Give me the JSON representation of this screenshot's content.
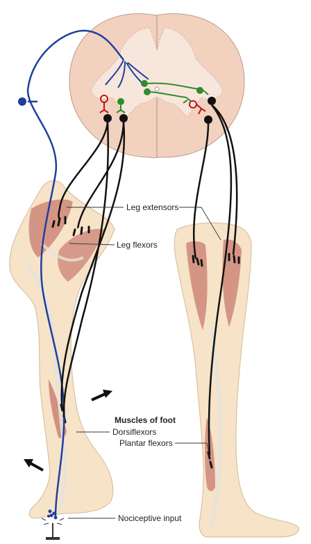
{
  "labels": {
    "leg_extensors": "Leg extensors",
    "leg_flexors": "Leg flexors",
    "muscles_of_foot": "Muscles of foot",
    "dorsiflexors": "Dorsiflexors",
    "plantar_flexors": "Plantar flexors",
    "nociceptive_input": "Nociceptive input"
  },
  "colors": {
    "afferent": "#1f3f9e",
    "excitatory_interneuron": "#2e8b2e",
    "inhibitory_interneuron": "#c0161c",
    "motor_neuron": "#111111",
    "muscle": "#c97b6e",
    "skin": "#f6e3c8",
    "spinal_grey": "#f3ddd0",
    "spinal_white": "#f1d4c0"
  }
}
